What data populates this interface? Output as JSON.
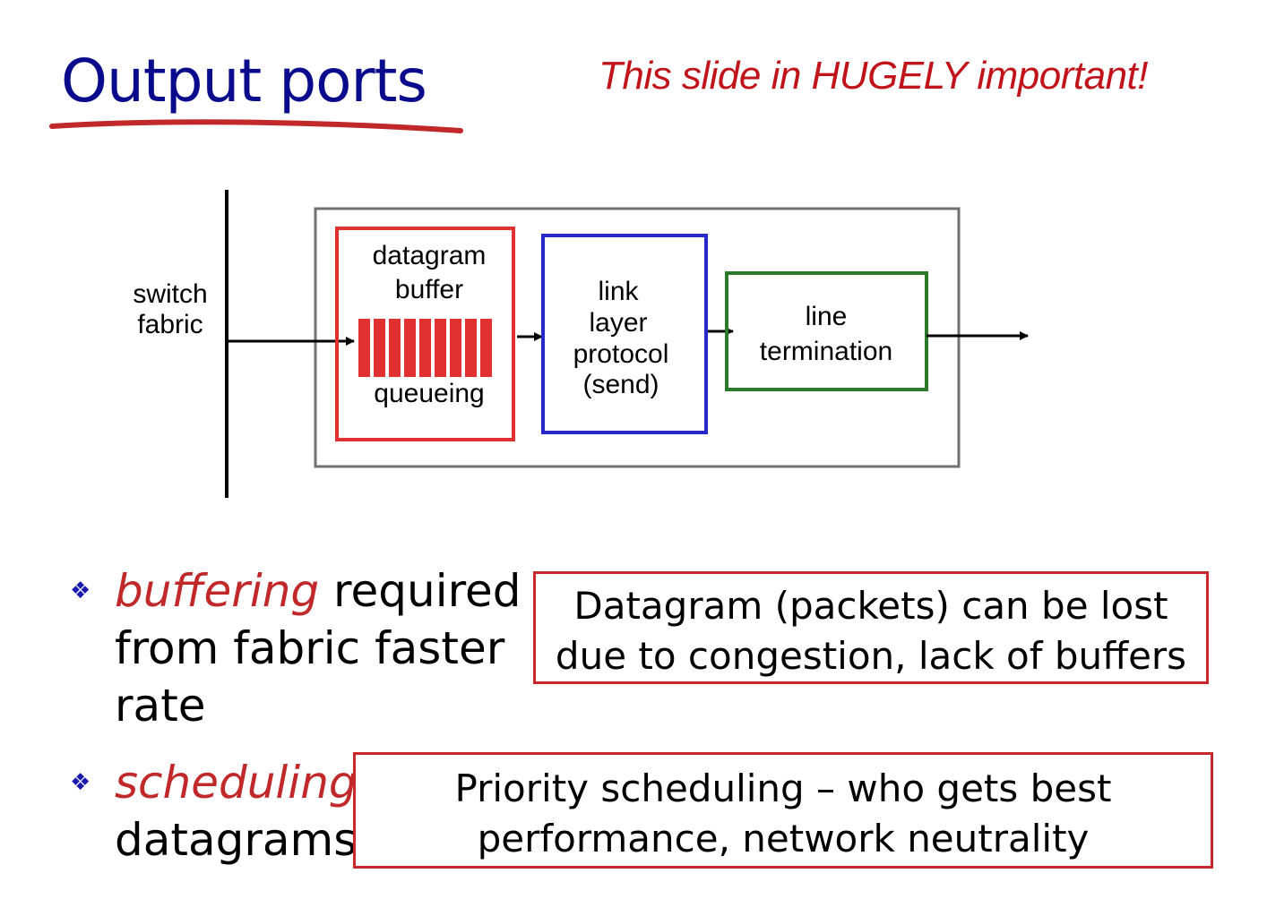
{
  "slide": {
    "title": "Output ports",
    "subtitle": "This slide in HUGELY important!"
  },
  "diagram": {
    "switch_label": [
      "switch",
      "fabric"
    ],
    "buffer_label": [
      "datagram",
      "buffer"
    ],
    "queue_label": "queueing",
    "link_label": [
      "link",
      "layer",
      "protocol",
      "(send)"
    ],
    "line_label": [
      "line",
      "termination"
    ],
    "colors": {
      "buffer_box": "#e03030",
      "link_box": "#2828c8",
      "line_box": "#2a7a2a",
      "outer_box": "#707070",
      "title": "#0a0a8c",
      "accent": "#c0141a"
    }
  },
  "bullets": [
    {
      "keyword": "buffering",
      "line1_rest": " required",
      "line2": "from fabric faster",
      "line3": "rate"
    },
    {
      "keyword": "scheduling",
      "line2": "datagrams"
    }
  ],
  "callouts": [
    {
      "line1": "Datagram (packets) can be lost",
      "line2": "due to congestion, lack of buffers"
    },
    {
      "line1": "Priority scheduling – who gets best",
      "line2": "performance, network neutrality"
    }
  ]
}
